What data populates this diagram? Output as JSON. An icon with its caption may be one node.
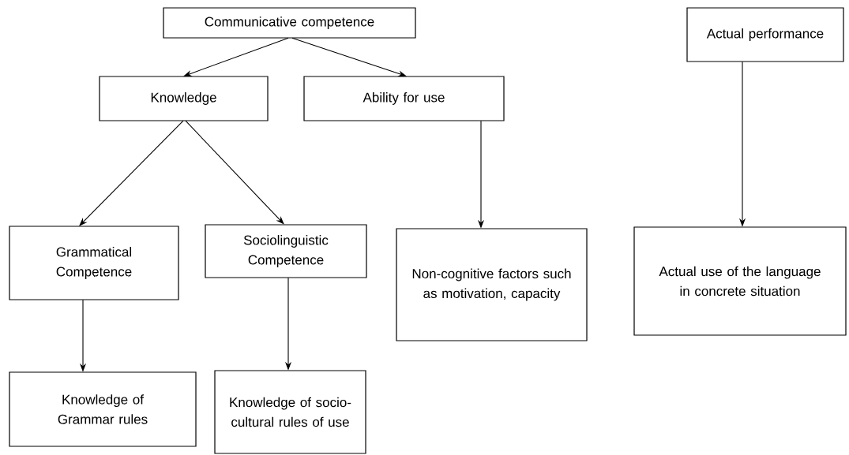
{
  "diagram": {
    "nodes": [
      {
        "text": [
          "Communicative competence"
        ]
      },
      {
        "text": [
          "Actual performance"
        ]
      },
      {
        "text": [
          "Knowledge"
        ]
      },
      {
        "text": [
          "Ability for use"
        ]
      },
      {
        "text": [
          "Grammatical Competence"
        ]
      },
      {
        "text": [
          "Sociolinguistic Competence"
        ]
      },
      {
        "text": [
          "Non-cognitive factors such as motivation, capacity"
        ]
      },
      {
        "text": [
          "Actual use of the language in concrete situation"
        ]
      },
      {
        "text": [
          "Knowledge of Grammar rules"
        ]
      },
      {
        "text": [
          "Knowledge of socio-cultural rules of use"
        ]
      }
    ],
    "edges": [
      {
        "from": 0,
        "to": 2,
        "arrow": "to"
      },
      {
        "from": 0,
        "to": 3,
        "arrow": "to"
      },
      {
        "from": 2,
        "to": 4,
        "arrow": "to"
      },
      {
        "from": 2,
        "to": 5,
        "arrow": "to"
      },
      {
        "from": 3,
        "to": 6,
        "arrow": "to"
      },
      {
        "from": 1,
        "to": 7,
        "arrow": "to"
      },
      {
        "from": 4,
        "to": 8,
        "arrow": "to"
      },
      {
        "from": 5,
        "to": 9,
        "arrow": "to"
      }
    ]
  }
}
